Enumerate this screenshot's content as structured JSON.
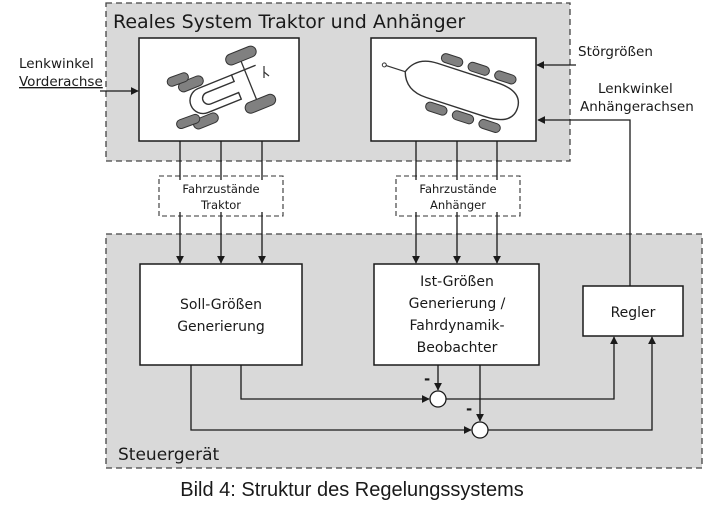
{
  "regions": {
    "real_system": "Reales System Traktor und Anhänger",
    "controller_unit": "Steuergerät"
  },
  "inputs": {
    "steer_front_line1": "Lenkwinkel",
    "steer_front_line2": "Vorderachse",
    "disturbances": "Störgrößen",
    "steer_trailer_line1": "Lenkwinkel",
    "steer_trailer_line2": "Anhängerachsen"
  },
  "states": {
    "tractor_line1": "Fahrzustände",
    "tractor_line2": "Traktor",
    "trailer_line1": "Fahrzustände",
    "trailer_line2": "Anhänger"
  },
  "blocks": {
    "soll_line1": "Soll-Größen",
    "soll_line2": "Generierung",
    "ist_line1": "Ist-Größen",
    "ist_line2": "Generierung /",
    "ist_line3": "Fahrdynamik-",
    "ist_line4": "Beobachter",
    "regler": "Regler"
  },
  "signs": {
    "sum1_minus": "-",
    "sum2_minus": "-"
  },
  "caption": "Bild 4: Struktur des Regelungssystems"
}
